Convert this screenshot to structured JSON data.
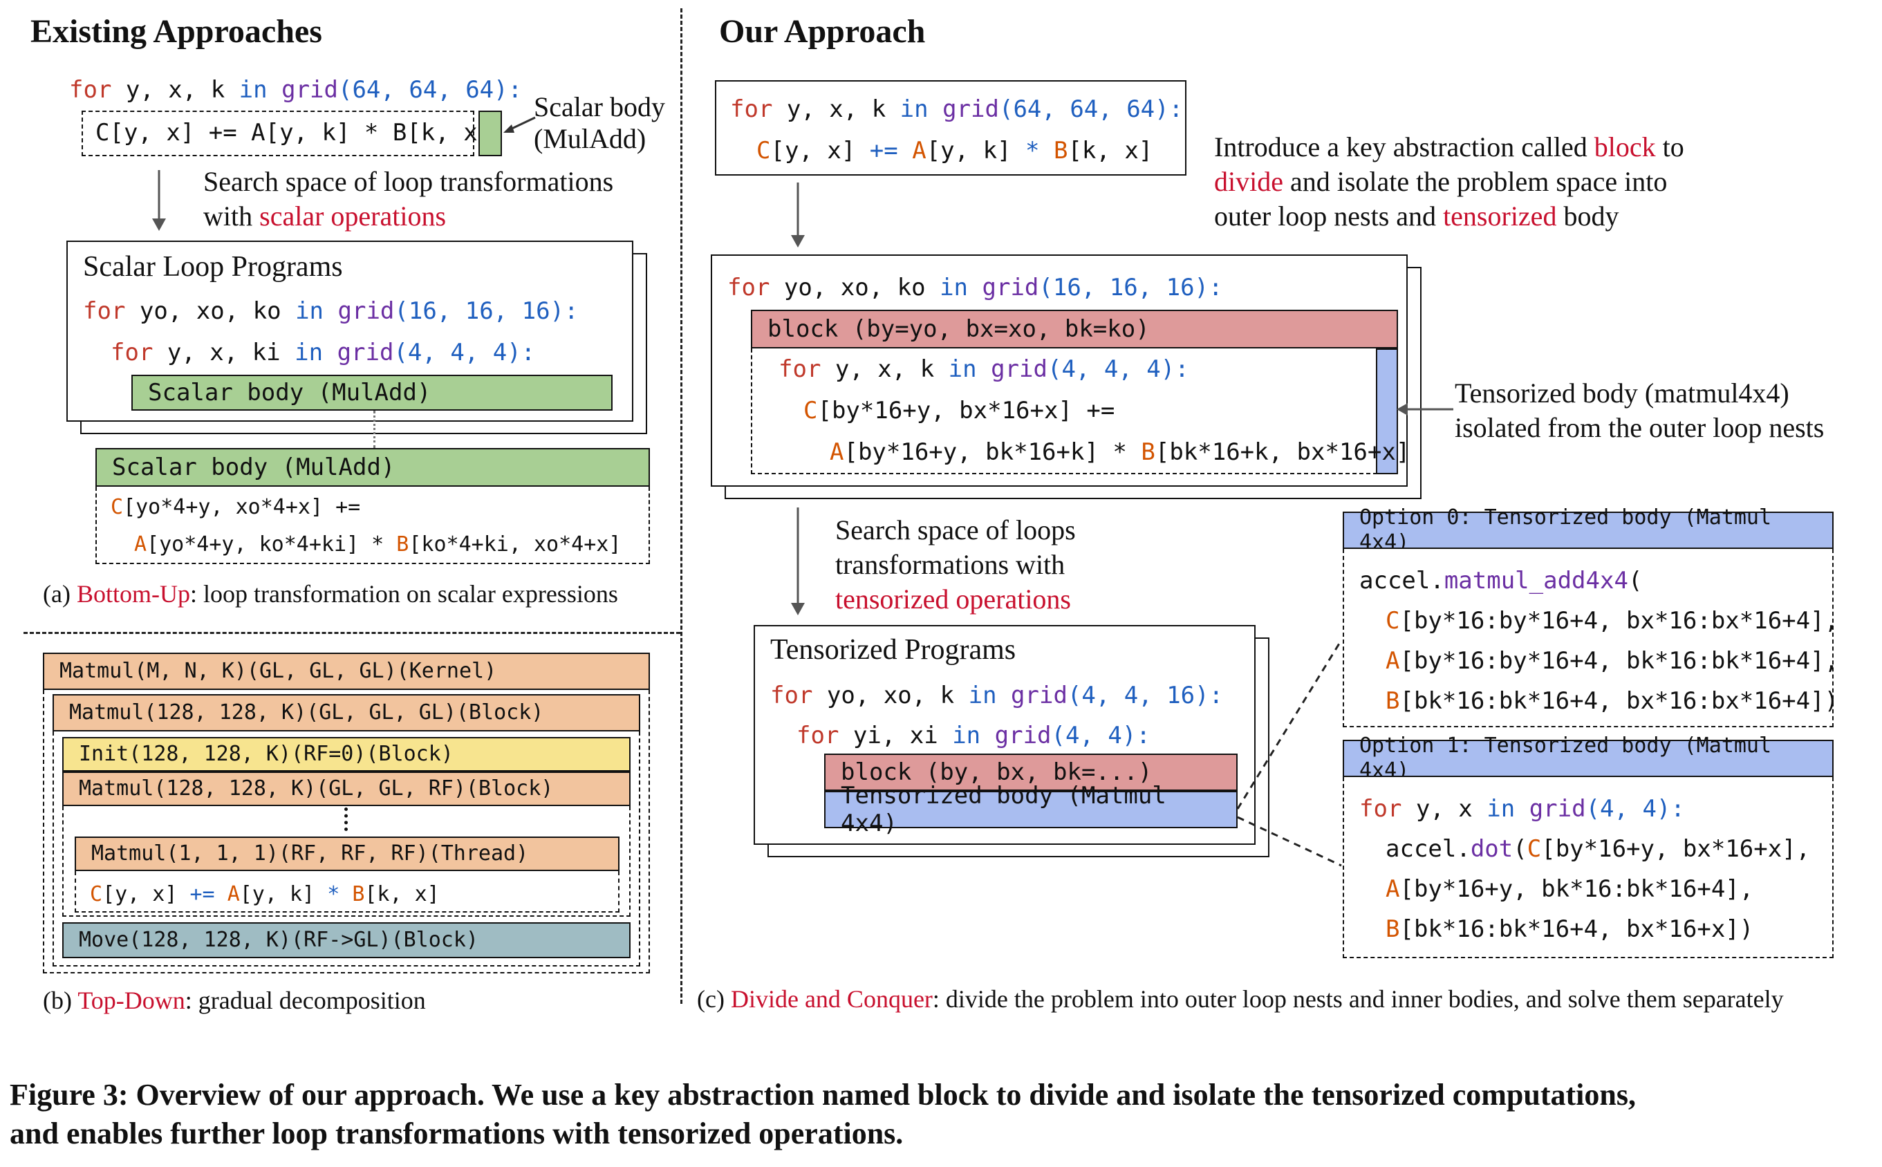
{
  "left": {
    "title": "Existing Approaches",
    "a": {
      "loop_prefix": "for",
      "loop_vars": " y, x, k ",
      "loop_in": "in",
      "loop_fn": "grid",
      "loop_args": "(64, 64, 64):",
      "body_line": "C[y, x] += A[y, k] * B[k, x]",
      "scalar_body_label_1": "Scalar body",
      "scalar_body_label_2": "(MulAdd)",
      "search_text_1": "Search space of loop transformations",
      "search_text_2_prefix": "with ",
      "search_text_2_red": "scalar operations",
      "programs_title": "Scalar Loop Programs",
      "prog_line1_vars": " yo, xo, ko ",
      "prog_line1_args": "(16, 16, 16):",
      "prog_line2_vars": " y, x, ki ",
      "prog_line2_args": "(4, 4, 4):",
      "scalar_body_bar": "Scalar body (MulAdd)",
      "expanded_header": "Scalar body (MulAdd)",
      "expanded_line1": "[yo*4+y, xo*4+x] +=",
      "expanded_line2_a": "[yo*4+y, ko*4+ki] * ",
      "expanded_line2_b": "[ko*4+ki, xo*4+x]",
      "caption_prefix": "(a) ",
      "caption_red": "Bottom-Up",
      "caption_rest": ": loop transformation on scalar expressions"
    },
    "b": {
      "kernel": "Matmul(M, N, K)(GL, GL, GL)(Kernel)",
      "block1": "Matmul(128, 128, K)(GL, GL, GL)(Block)",
      "init": "Init(128, 128, K)(RF=0)(Block)",
      "block2": "Matmul(128, 128, K)(GL, GL, RF)(Block)",
      "thread": "Matmul(1, 1, 1)(RF, RF, RF)(Thread)",
      "stmt": "C[y, x] += A[y, k] * B[k, x]",
      "move": "Move(128, 128, K)(RF->GL)(Block)",
      "caption_prefix": "(b) ",
      "caption_red": "Top-Down",
      "caption_rest": ": gradual decomposition"
    }
  },
  "right": {
    "title": "Our Approach",
    "top_loop_args": "(64, 64, 64):",
    "top_body": "C[y, x] += A[y, k] * B[k, x]",
    "intro_1_prefix": "Introduce a key abstraction called ",
    "intro_1_red": "block",
    "intro_1_suffix": " to",
    "intro_2_red": "divide",
    "intro_2_suffix": " and isolate the problem space into",
    "intro_3_prefix": "outer loop nests and ",
    "intro_3_red": "tensorized",
    "intro_3_suffix": " body",
    "mid_loop_vars": " yo, xo, ko ",
    "mid_loop_args": "(16, 16, 16):",
    "block_bar": "block (by=yo, bx=xo, bk=ko)",
    "inner_loop_vars": " y, x, k ",
    "inner_loop_args": "(4, 4, 4):",
    "inner_line1": "[by*16+y, bx*16+x] +=",
    "inner_line2_a": "[by*16+y, bk*16+k] * ",
    "inner_line2_b": "[bk*16+k, bx*16+x]",
    "tensorized_note_1": "Tensorized body (matmul4x4)",
    "tensorized_note_2": "isolated from the outer loop nests",
    "search_1": "Search space of loops",
    "search_2": "transformations with",
    "search_3_red": "tensorized operations",
    "tp_title": "Tensorized Programs",
    "tp_line1_vars": " yo, xo, k ",
    "tp_line1_args": "(4, 4, 16):",
    "tp_line2_vars": " yi, xi ",
    "tp_line2_args": "(4, 4):",
    "tp_block": "block (by, bx, bk=...)",
    "tp_tensor": "Tensorized body (Matmul 4x4)",
    "opt0_header": "Option 0: Tensorized body (Matmul 4x4)",
    "opt0_line1_a": "accel.",
    "opt0_line1_fn": "matmul_add4x4",
    "opt0_line1_b": "(",
    "opt0_line2": "[by*16:by*16+4, bx*16:bx*16+4],",
    "opt0_line3": "[by*16:by*16+4, bk*16:bk*16+4],",
    "opt0_line4": "[bk*16:bk*16+4, bx*16:bx*16+4])",
    "opt1_header": "Option 1: Tensorized body (Matmul 4x4)",
    "opt1_line1_vars": " y, x ",
    "opt1_line1_args": "(4, 4):",
    "opt1_line2_a": "accel.",
    "opt1_line2_fn": "dot",
    "opt1_line2_b": "[by*16+y, bx*16+x],",
    "opt1_line3": "[by*16+y, bk*16:bk*16+4],",
    "opt1_line4": "[bk*16:bk*16+4, bx*16+x])",
    "caption_prefix": "(c) ",
    "caption_red": "Divide and Conquer",
    "caption_rest": ": divide the problem into outer loop nests and inner bodies, and solve them separately"
  },
  "figure_caption": {
    "line1": "Figure 3: Overview of our approach. We use a key abstraction named block to divide and isolate the tensorized computations,",
    "line2": "and enables further loop transformations with tensorized operations."
  },
  "colors": {
    "keyword": "#c0392b",
    "function": "#6b2fa3",
    "number": "#1f5fbf",
    "tensor": "#d35400",
    "highlight_red": "#c8102e",
    "green": "#a8cf94",
    "pink": "#de9a9a",
    "blue": "#a9bdf0",
    "orange": "#f2c49e",
    "yellow": "#f7e48f",
    "teal": "#9fbcc3"
  }
}
